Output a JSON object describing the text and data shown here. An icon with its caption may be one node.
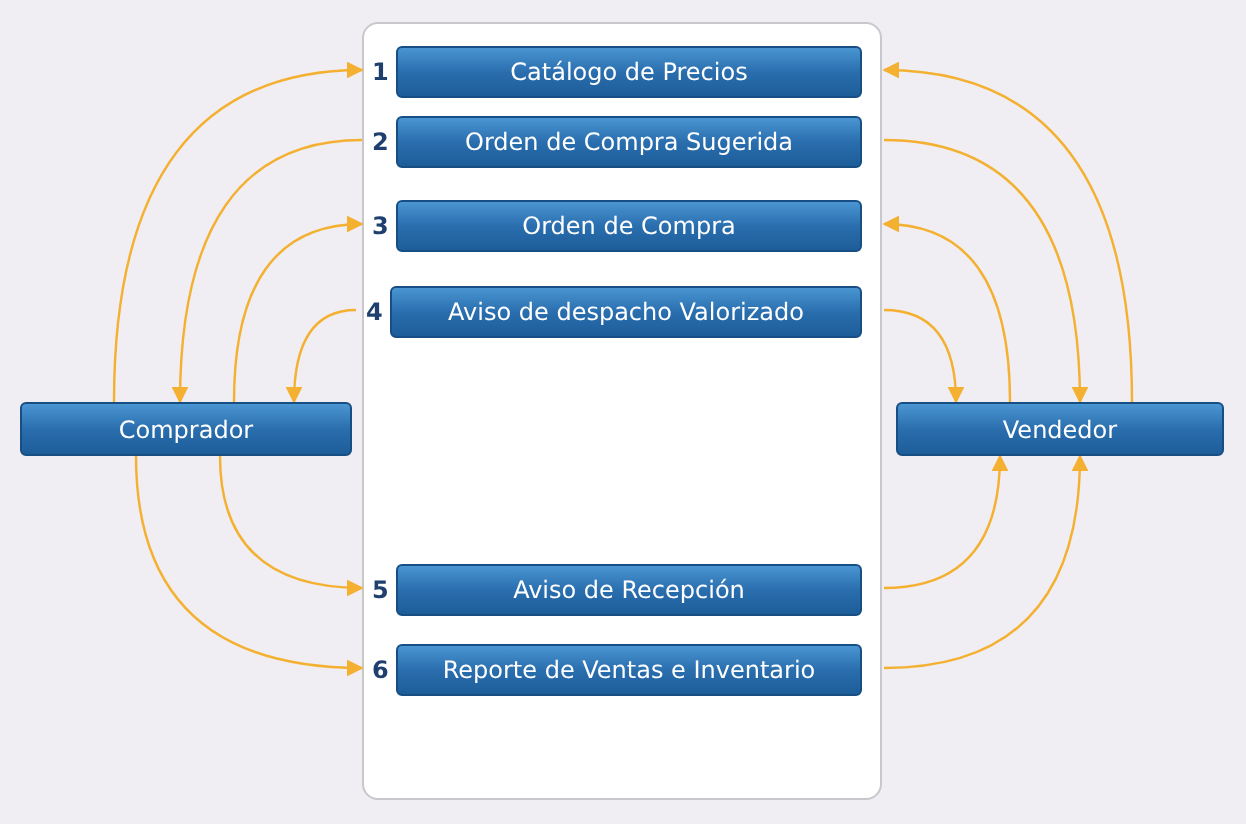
{
  "diagram": {
    "nodes": [
      {
        "text": [],
        "shape": "box"
      },
      {
        "text": [
          "Catálogo de Precios"
        ],
        "in": 0,
        "beside": [
          "1"
        ]
      },
      {
        "text": [
          "Orden de Compra Sugerida"
        ],
        "in": 0,
        "beside": [
          "2"
        ]
      },
      {
        "text": [
          "Orden de Compra"
        ],
        "in": 0,
        "beside": [
          "3"
        ]
      },
      {
        "text": [
          "Aviso de despacho Valorizado"
        ],
        "in": 0,
        "beside": [
          "4"
        ]
      },
      {
        "text": [
          "Aviso de Recepción"
        ],
        "in": 0,
        "beside": [
          "5"
        ]
      },
      {
        "text": [
          "Reporte de Ventas e Inventario"
        ],
        "in": 0,
        "beside": [
          "6"
        ]
      },
      {
        "text": [
          "Comprador"
        ]
      },
      {
        "text": [
          "Vendedor"
        ]
      }
    ],
    "edges": [
      {
        "from": 7,
        "to": 1,
        "arrow": "to"
      },
      {
        "from": 2,
        "to": 7,
        "arrow": "to"
      },
      {
        "from": 7,
        "to": 3,
        "arrow": "to"
      },
      {
        "from": 4,
        "to": 7,
        "arrow": "to"
      },
      {
        "from": 7,
        "to": 5,
        "arrow": "to"
      },
      {
        "from": 7,
        "to": 6,
        "arrow": "to"
      },
      {
        "from": 8,
        "to": 1,
        "arrow": "to"
      },
      {
        "from": 2,
        "to": 8,
        "arrow": "to"
      },
      {
        "from": 8,
        "to": 3,
        "arrow": "to"
      },
      {
        "from": 4,
        "to": 8,
        "arrow": "to"
      },
      {
        "from": 5,
        "to": 8,
        "arrow": "to"
      },
      {
        "from": 6,
        "to": 8,
        "arrow": "to"
      }
    ]
  }
}
